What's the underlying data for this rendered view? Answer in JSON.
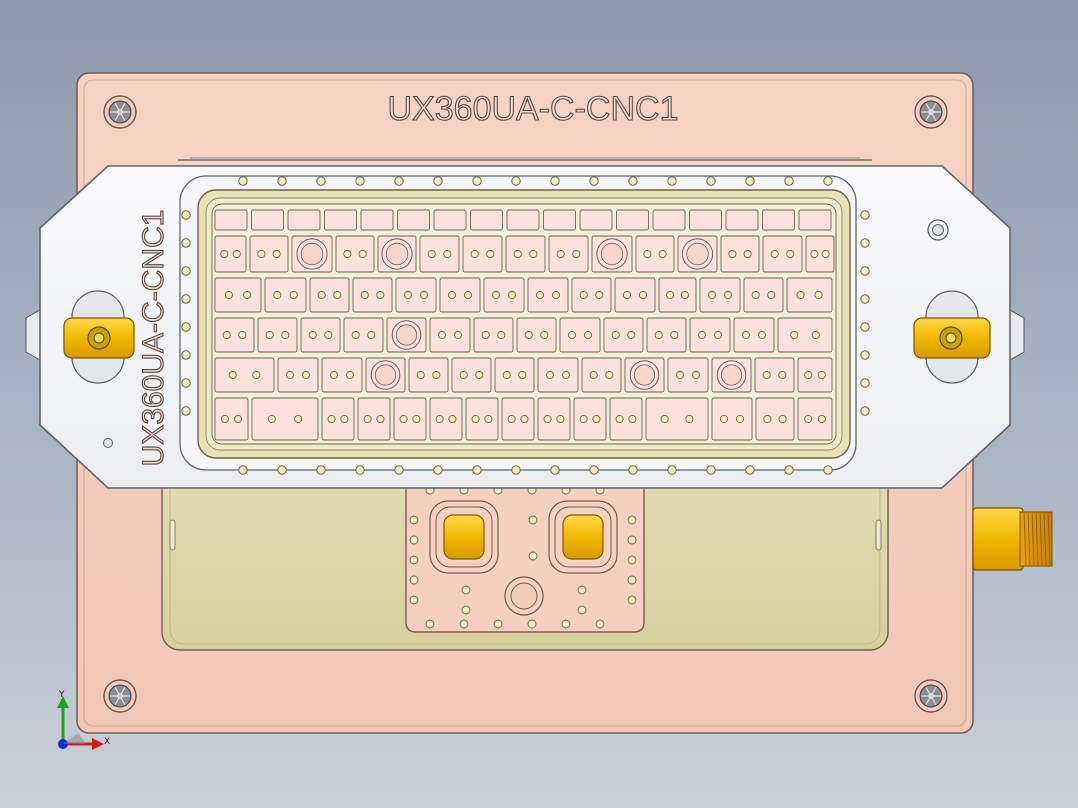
{
  "model": {
    "plate_label": "UX360UA-C-CNC1",
    "nest_label": "UX360UA-C-CNC1"
  },
  "triad": {
    "x_label": "X",
    "y_label": "Y"
  },
  "colors": {
    "background_top": "#8d9aae",
    "background_bottom": "#c9d0d9",
    "base_plate": "#f6cfc0",
    "nest_plate": "#f4f4f6",
    "tray": "#ddd6ad",
    "clamp": "#f2c100",
    "fitting": "#e8a400",
    "keycap": "#fbe3dc"
  }
}
